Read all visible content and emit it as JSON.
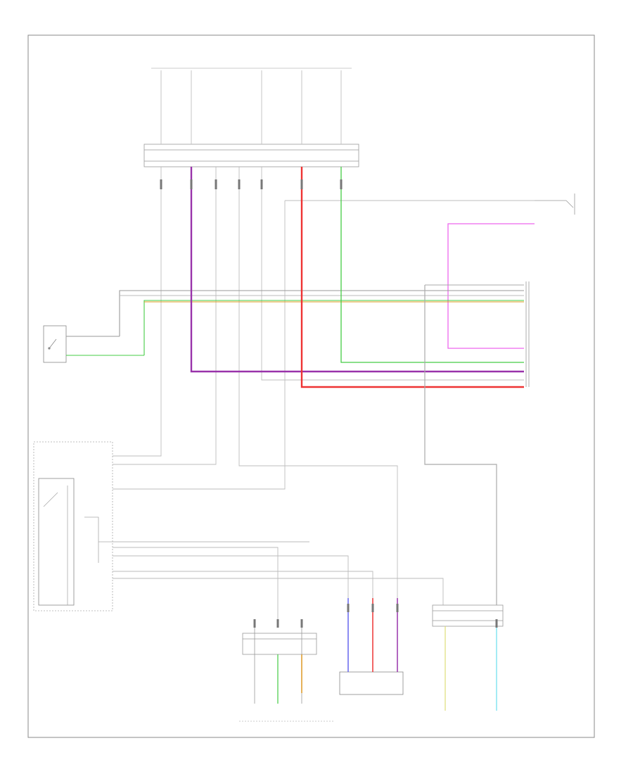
{
  "diagram": {
    "footer_code": "",
    "ref_code": "",
    "blocks": {
      "left_sensor": "",
      "combination_meter": "",
      "lower_right": "",
      "vsensor": ""
    }
  },
  "colors": {
    "purple": "#9933aa",
    "red": "#ee3333",
    "green": "#44cc44",
    "orange": "#dd9922",
    "magenta": "#ee66ee",
    "grey": "#999999",
    "light_grey": "#cccccc",
    "blue": "#6666ee",
    "yellow": "#dddd77",
    "cyan": "#66ddee",
    "frame": "#888888"
  },
  "wires": [
    {
      "id": "purple-main",
      "color": "purple"
    },
    {
      "id": "red-main",
      "color": "red"
    },
    {
      "id": "green-main",
      "color": "green"
    },
    {
      "id": "orange-main",
      "color": "orange"
    },
    {
      "id": "magenta-loop",
      "color": "magenta"
    },
    {
      "id": "grey-harness",
      "color": "grey"
    },
    {
      "id": "vsensor-blue",
      "color": "blue"
    },
    {
      "id": "vsensor-red",
      "color": "red"
    },
    {
      "id": "vsensor-purple",
      "color": "purple"
    },
    {
      "id": "lower-right-yellow",
      "color": "yellow"
    },
    {
      "id": "lower-right-cyan",
      "color": "cyan"
    }
  ]
}
